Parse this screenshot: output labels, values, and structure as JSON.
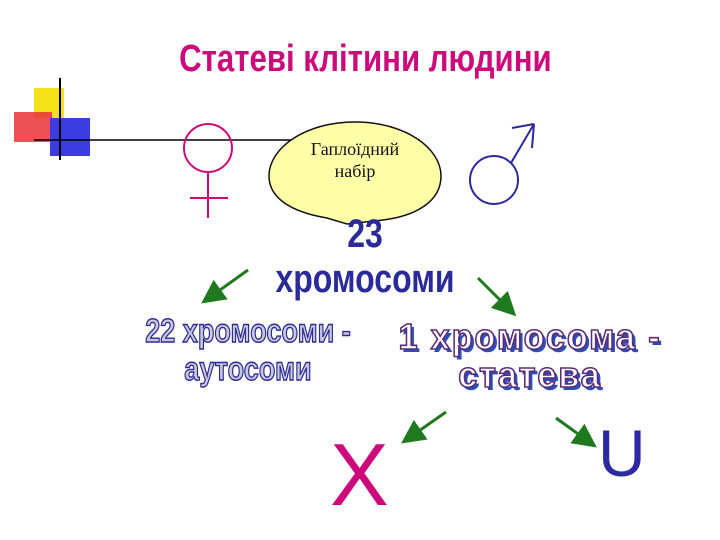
{
  "title": "Статеві клітини людини",
  "bubble": {
    "line1": "Гаплоїдний",
    "line2": "набір"
  },
  "total": "23 хромосоми",
  "autosomes": {
    "line1": "22 хромосоми -",
    "line2": "аутосоми"
  },
  "sex_chromosome": {
    "line1": "1 хромосома -",
    "line2": "статева"
  },
  "x_label": "Х",
  "y_label": "U",
  "colors": {
    "title": "#cc0a7c",
    "text_blue": "#2b2a9a",
    "arrow": "#1f7a1f",
    "female": "#cc0a7c",
    "male": "#2b2aa0"
  }
}
